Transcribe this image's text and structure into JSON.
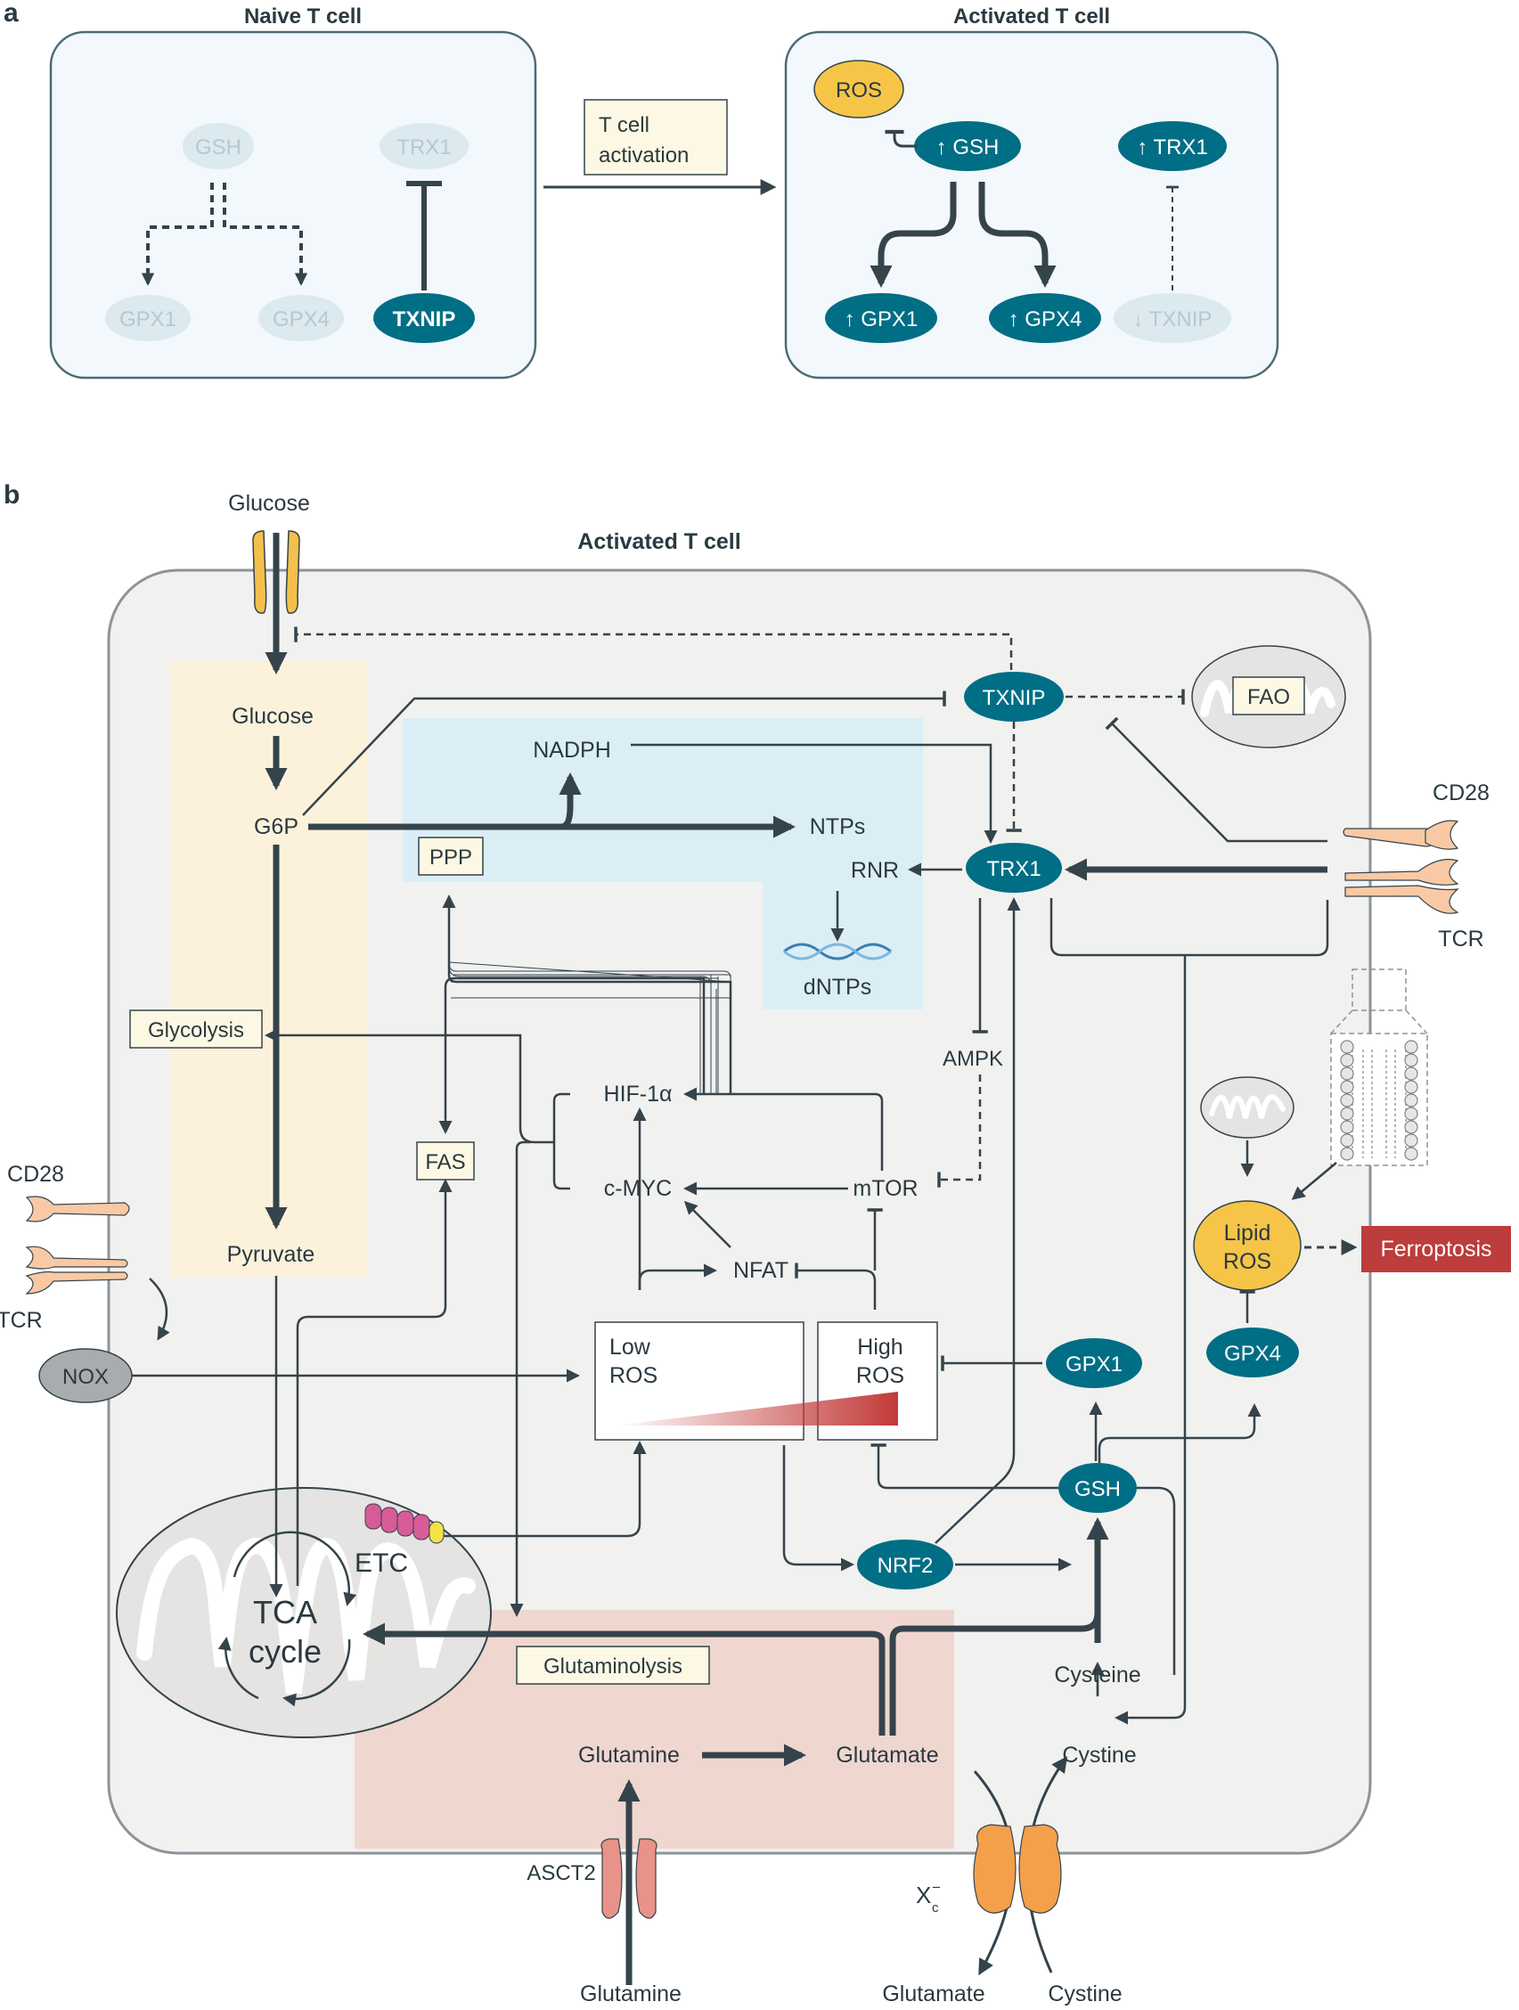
{
  "panel_a": {
    "label": "a",
    "naive_title": "Naive T cell",
    "activated_title": "Activated T cell",
    "activation_box": [
      "T cell",
      "activation"
    ],
    "naive": {
      "gsh": "GSH",
      "trx1": "TRX1",
      "gpx1": "GPX1",
      "gpx4": "GPX4",
      "txnip": "TXNIP"
    },
    "activated": {
      "ros": "ROS",
      "gsh": "↑ GSH",
      "trx1": "↑ TRX1",
      "gpx1": "↑ GPX1",
      "gpx4": "↑ GPX4",
      "txnip": "↓ TXNIP"
    }
  },
  "panel_b": {
    "label": "b",
    "title": "Activated T cell",
    "glucose_outside": "Glucose",
    "glucose": "Glucose",
    "g6p": "G6P",
    "nadph": "NADPH",
    "ntps": "NTPs",
    "ppp": "PPP",
    "rnr": "RNR",
    "dntps": "dNTPs",
    "glycolysis": "Glycolysis",
    "pyruvate": "Pyruvate",
    "txnip": "TXNIP",
    "fao": "FAO",
    "trx1": "TRX1",
    "ampk": "AMPK",
    "hif": "HIF-1α",
    "cmyc": "c-MYC",
    "mtor": "mTOR",
    "nfat": "NFAT",
    "fas": "FAS",
    "low_ros": [
      "Low",
      "ROS"
    ],
    "high_ros": [
      "High",
      "ROS"
    ],
    "gpx1": "GPX1",
    "gpx4": "GPX4",
    "gsh": "GSH",
    "nrf2": "NRF2",
    "lipid_ros": [
      "Lipid",
      "ROS"
    ],
    "ferroptosis": "Ferroptosis",
    "cd28_right": "CD28",
    "tcr_right": "TCR",
    "cd28_left": "CD28",
    "tcr_left": "TCR",
    "nox": "NOX",
    "etc": "ETC",
    "tca": [
      "TCA",
      "cycle"
    ],
    "glutaminolysis": "Glutaminolysis",
    "glutamine_in": "Glutamine",
    "glutamate_in": "Glutamate",
    "cysteine": "Cysteine",
    "cystine_in": "Cystine",
    "asct2": "ASCT2",
    "xc": "X",
    "xc_sub": "c",
    "xc_sup": "−",
    "glutamine_out": "Glutamine",
    "glutamate_out": "Glutamate",
    "cystine_out": "Cystine"
  },
  "colors": {
    "teal": "#006e85",
    "teal_faint": "#dce9ef",
    "ros_yellow": "#f6c548",
    "ferroptosis_red": "#bc3d3b",
    "line": "#35434b",
    "cell_bg": "#f1f1f0",
    "panel_a_bg": "#f2f8fb",
    "glycolysis_band": "#fcf2dc",
    "ppp_band": "#dbeef6",
    "glutaminolysis_band": "#efd7d0"
  }
}
